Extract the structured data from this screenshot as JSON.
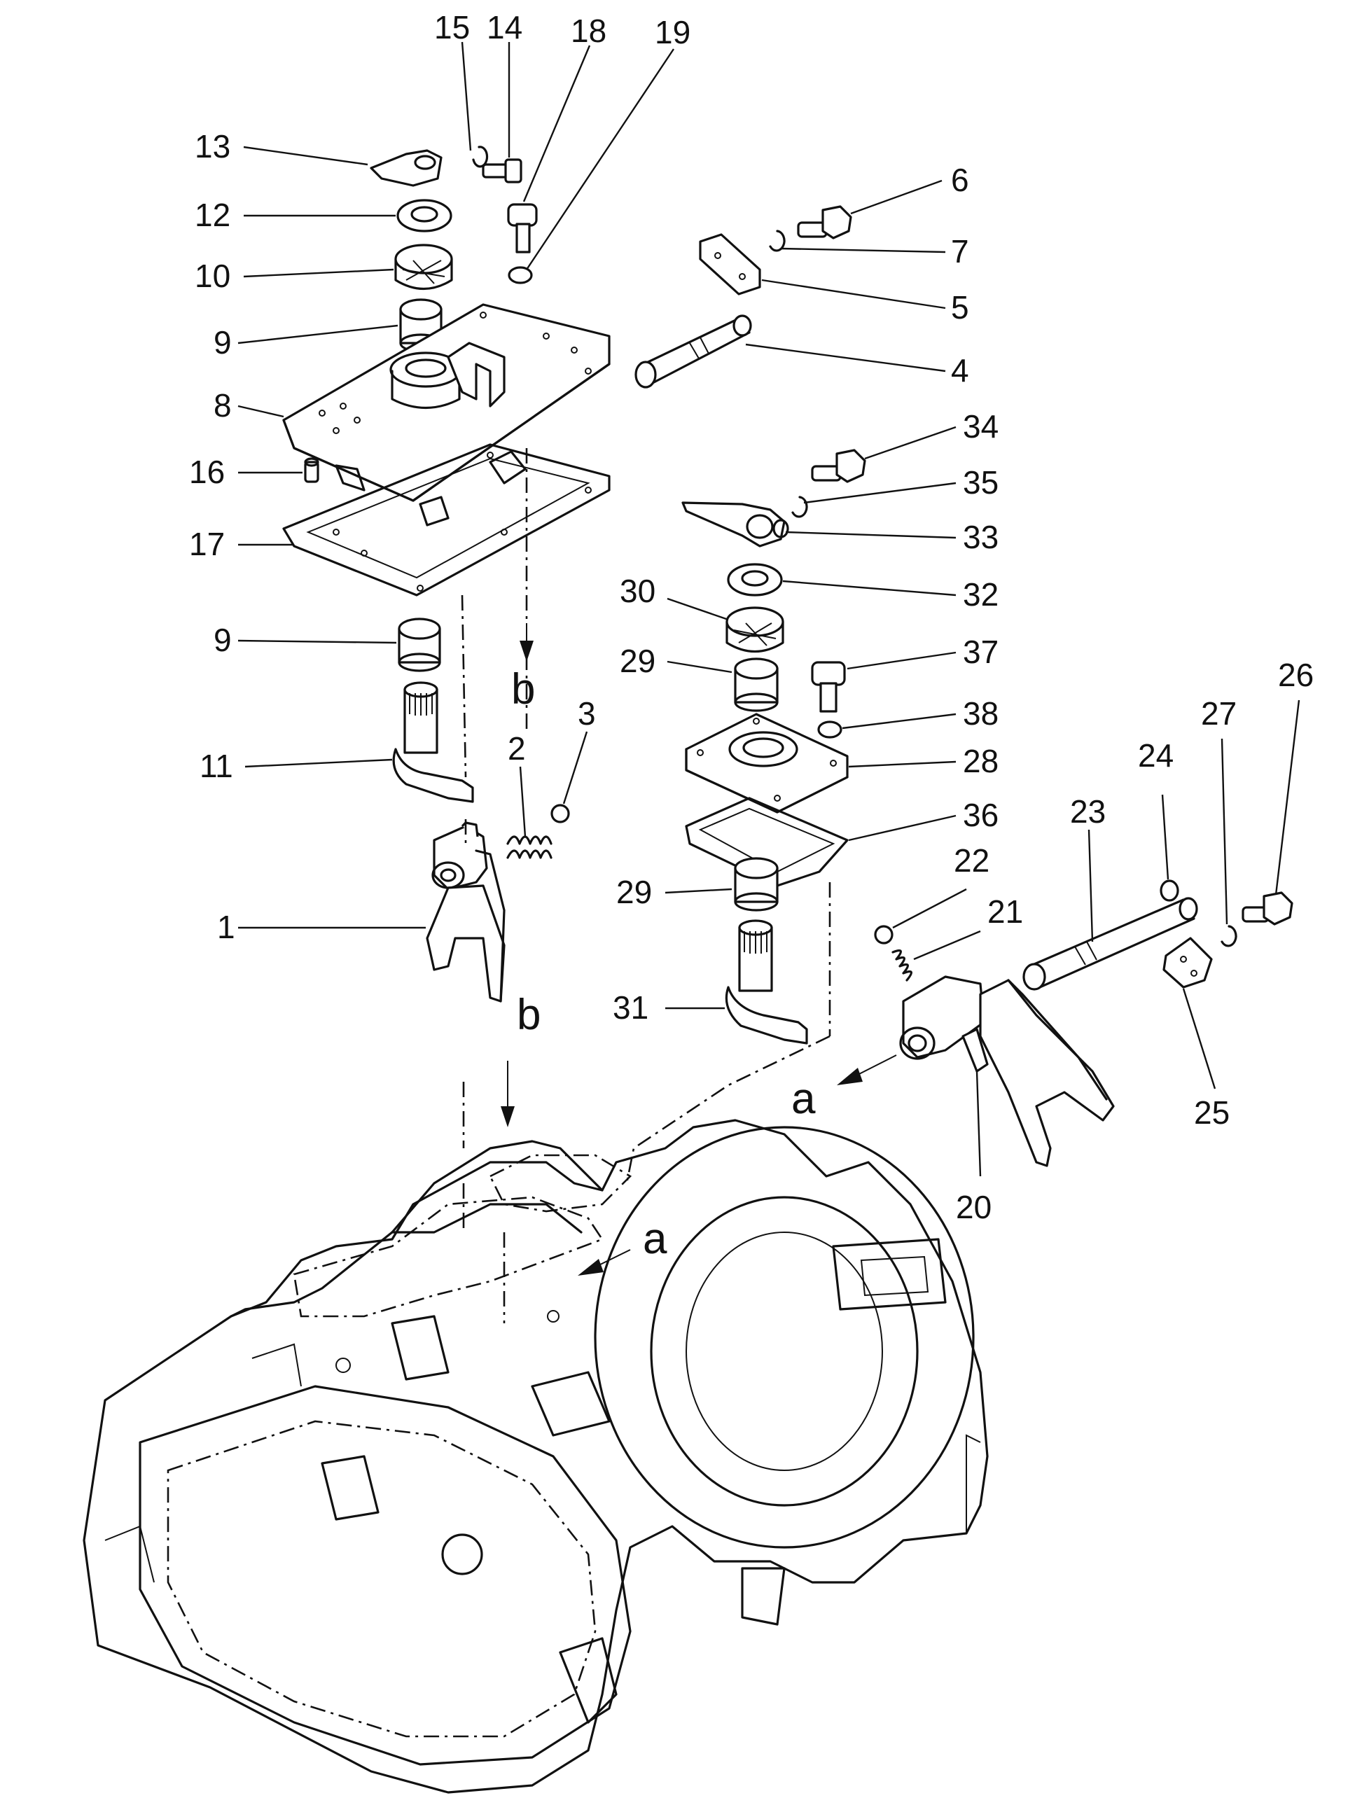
{
  "callouts": [
    {
      "id": "1",
      "text": "1"
    },
    {
      "id": "2",
      "text": "2"
    },
    {
      "id": "3",
      "text": "3"
    },
    {
      "id": "4",
      "text": "4"
    },
    {
      "id": "5",
      "text": "5"
    },
    {
      "id": "6",
      "text": "6"
    },
    {
      "id": "7",
      "text": "7"
    },
    {
      "id": "8",
      "text": "8"
    },
    {
      "id": "9a",
      "text": "9"
    },
    {
      "id": "9b",
      "text": "9"
    },
    {
      "id": "10",
      "text": "10"
    },
    {
      "id": "11",
      "text": "11"
    },
    {
      "id": "12",
      "text": "12"
    },
    {
      "id": "13",
      "text": "13"
    },
    {
      "id": "14",
      "text": "14"
    },
    {
      "id": "15",
      "text": "15"
    },
    {
      "id": "16",
      "text": "16"
    },
    {
      "id": "17",
      "text": "17"
    },
    {
      "id": "18",
      "text": "18"
    },
    {
      "id": "19",
      "text": "19"
    },
    {
      "id": "20",
      "text": "20"
    },
    {
      "id": "21",
      "text": "21"
    },
    {
      "id": "22",
      "text": "22"
    },
    {
      "id": "23",
      "text": "23"
    },
    {
      "id": "24",
      "text": "24"
    },
    {
      "id": "25",
      "text": "25"
    },
    {
      "id": "26",
      "text": "26"
    },
    {
      "id": "27",
      "text": "27"
    },
    {
      "id": "28",
      "text": "28"
    },
    {
      "id": "29a",
      "text": "29"
    },
    {
      "id": "29b",
      "text": "29"
    },
    {
      "id": "30",
      "text": "30"
    },
    {
      "id": "31",
      "text": "31"
    },
    {
      "id": "32",
      "text": "32"
    },
    {
      "id": "33",
      "text": "33"
    },
    {
      "id": "34",
      "text": "34"
    },
    {
      "id": "35",
      "text": "35"
    },
    {
      "id": "36",
      "text": "36"
    },
    {
      "id": "37",
      "text": "37"
    },
    {
      "id": "38",
      "text": "38"
    }
  ],
  "reference_marks": {
    "a_fork": "a",
    "a_case": "a",
    "b_upper": "b",
    "b_lower": "b"
  },
  "icons": [
    "arrow-head-icon"
  ],
  "colors": {
    "ink": "#111111",
    "paper": "#ffffff"
  }
}
